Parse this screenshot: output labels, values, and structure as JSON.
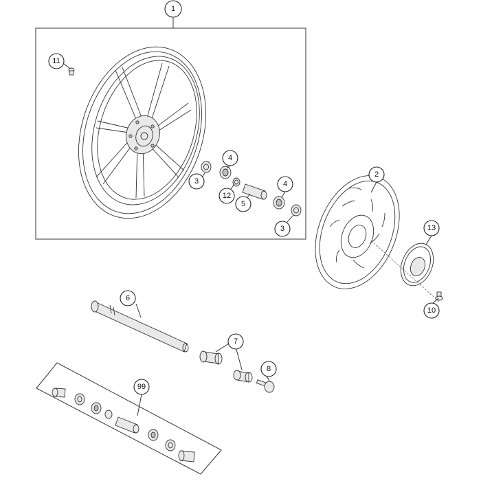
{
  "callouts": {
    "c1": "1",
    "c2": "2",
    "c3a": "3",
    "c3b": "3",
    "c4a": "4",
    "c4b": "4",
    "c5": "5",
    "c6": "6",
    "c7": "7",
    "c8": "8",
    "c10": "10",
    "c11": "11",
    "c12": "12",
    "c13": "13",
    "c99": "99"
  }
}
